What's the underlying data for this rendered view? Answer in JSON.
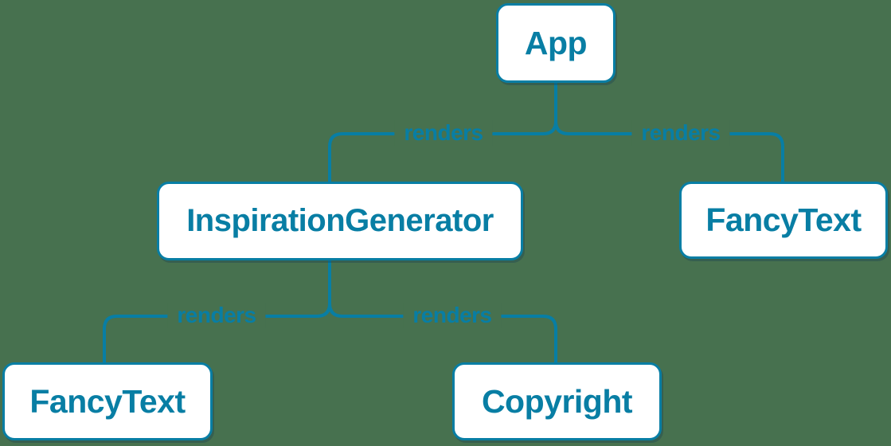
{
  "colors": {
    "accent": "#087EA4",
    "background": "#47714F",
    "node_fill": "#FFFFFF"
  },
  "diagram": {
    "type": "component-tree"
  },
  "nodes": {
    "app": {
      "label": "App"
    },
    "inspiration_generator": {
      "label": "InspirationGenerator"
    },
    "fancy_text_right": {
      "label": "FancyText"
    },
    "fancy_text_left": {
      "label": "FancyText"
    },
    "copyright": {
      "label": "Copyright"
    }
  },
  "edges": {
    "app_to_inspiration_generator": {
      "label": "renders"
    },
    "app_to_fancy_text": {
      "label": "renders"
    },
    "inspiration_generator_to_fancy_text": {
      "label": "renders"
    },
    "inspiration_generator_to_copyright": {
      "label": "renders"
    }
  }
}
